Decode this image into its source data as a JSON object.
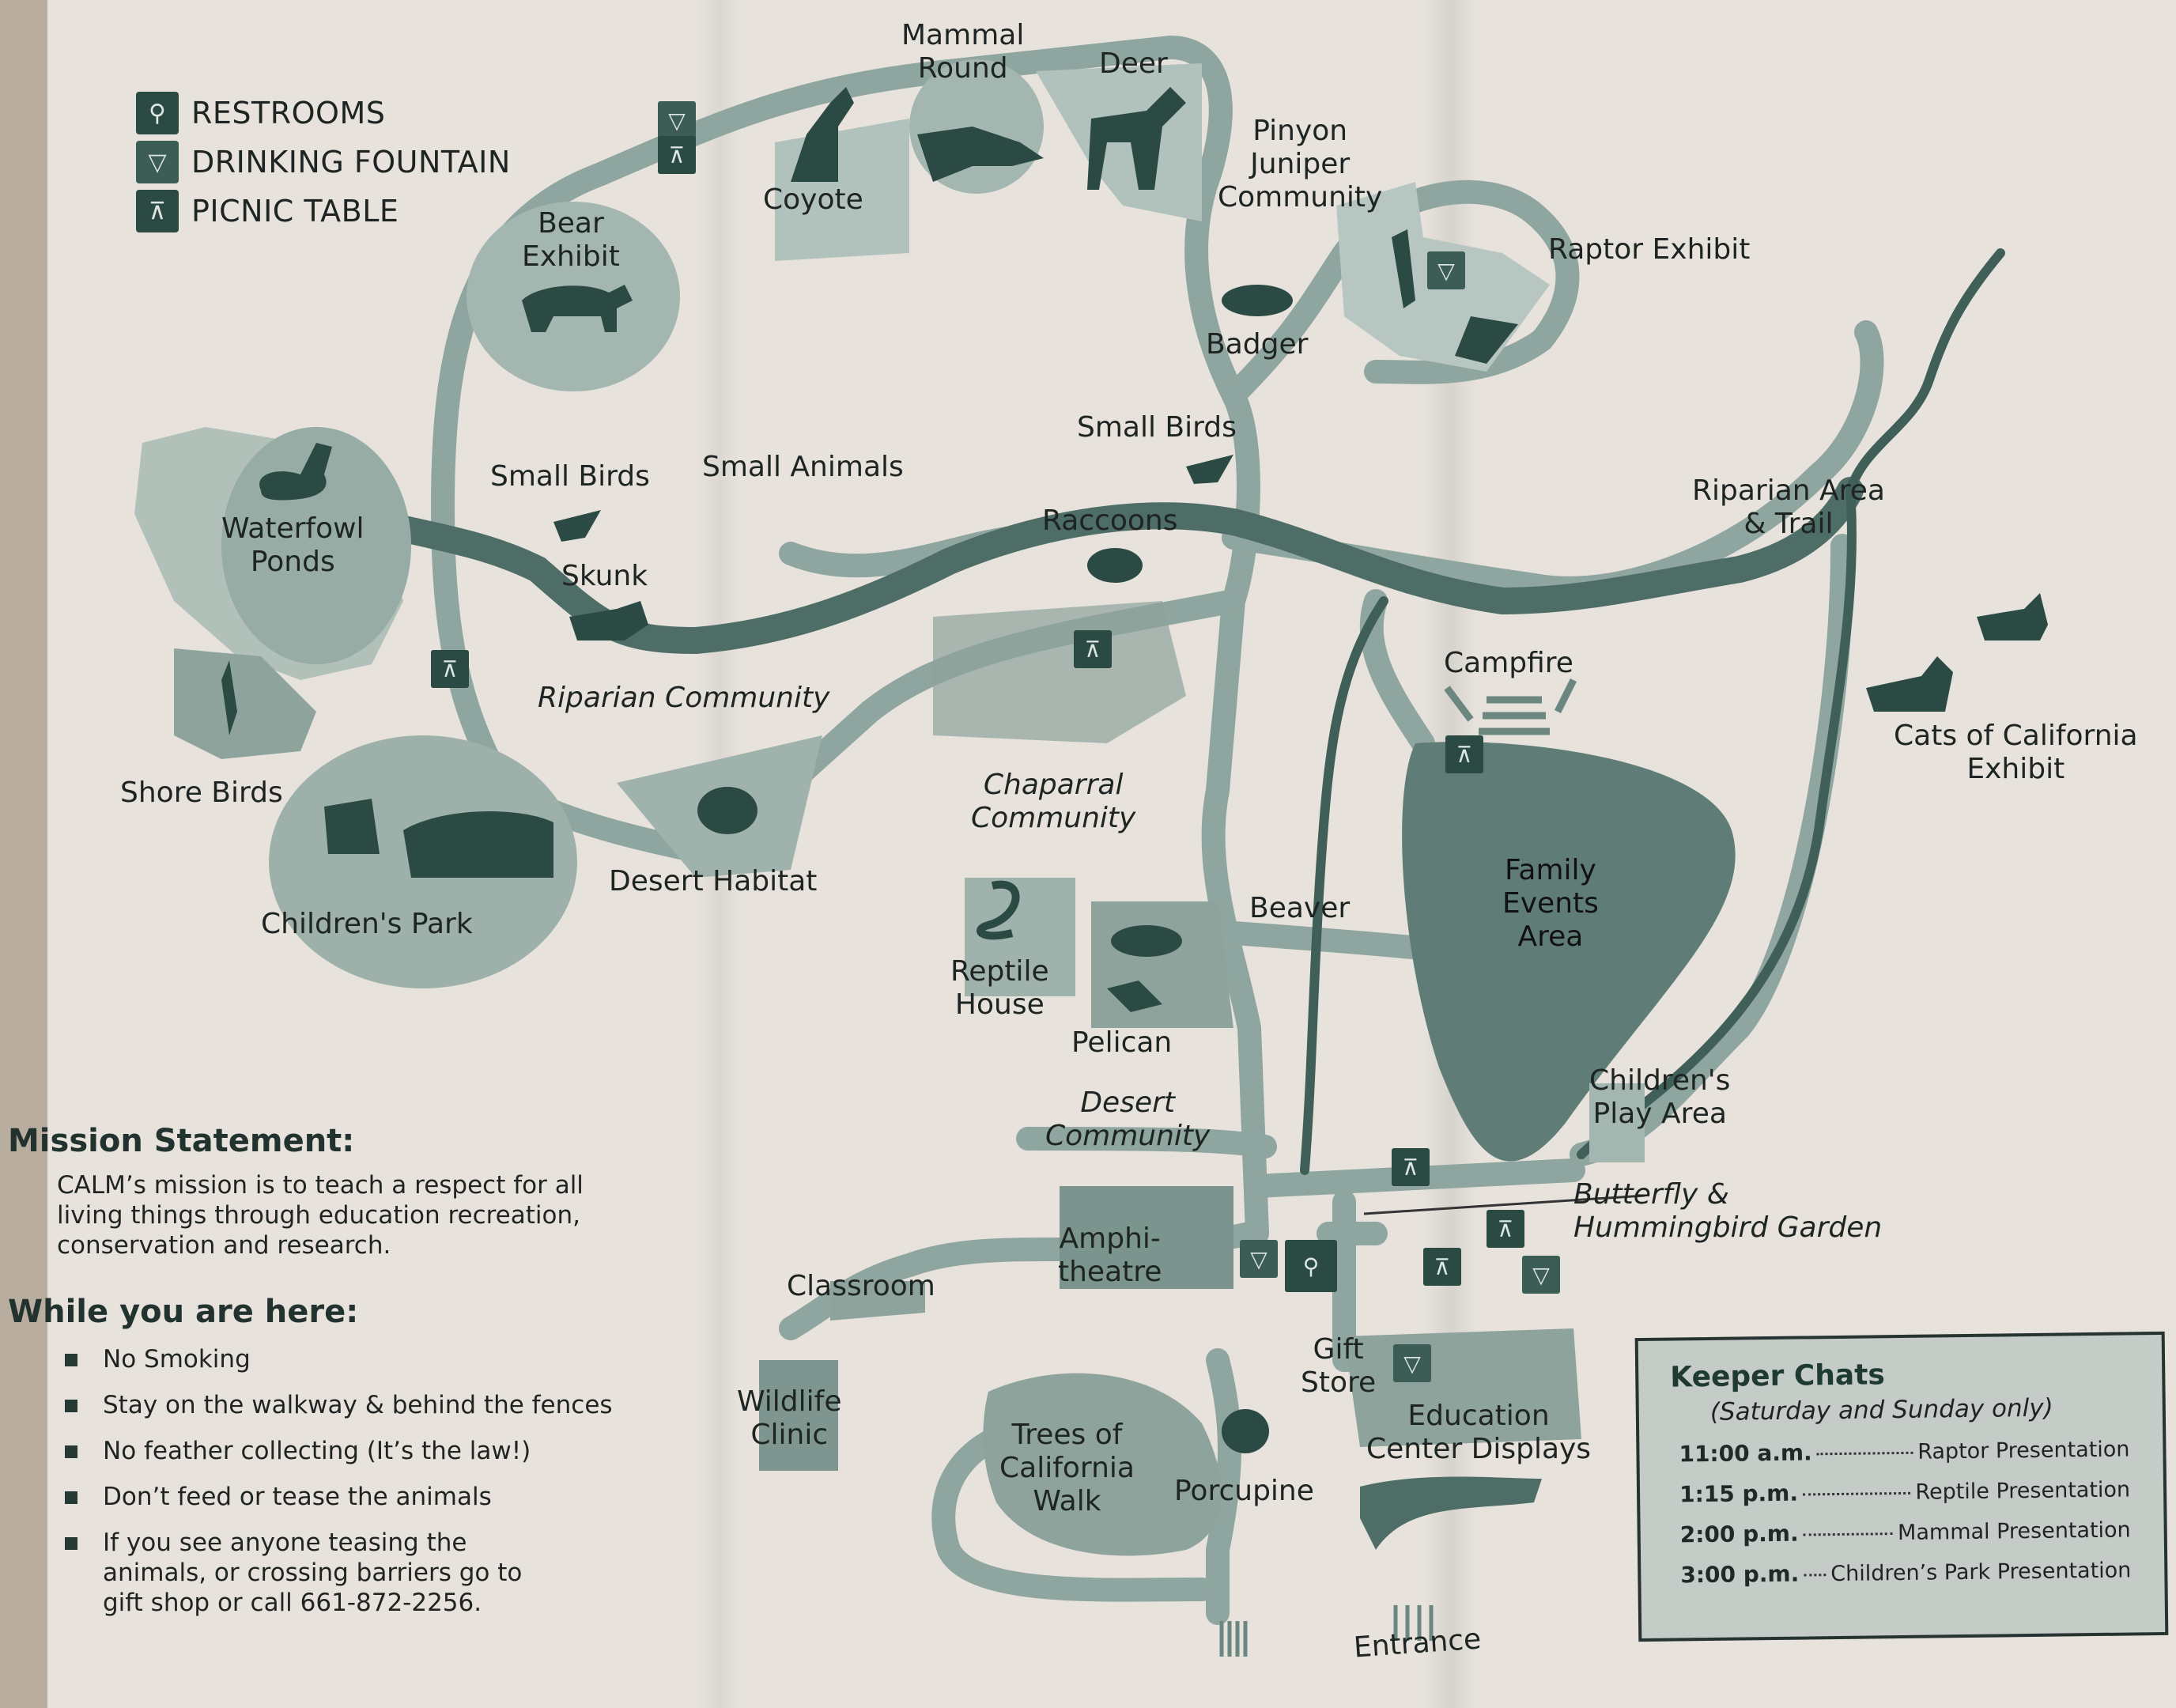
{
  "legend": {
    "items": [
      {
        "icon": "restroom-icon",
        "glyph": "🚻",
        "label": "RESTROOMS"
      },
      {
        "icon": "drinking-fountain-icon",
        "glyph": "▽",
        "label": "DRINKING FOUNTAIN"
      },
      {
        "icon": "picnic-table-icon",
        "glyph": "⊼",
        "label": "PICNIC TABLE"
      }
    ]
  },
  "map": {
    "colors": {
      "paper": "#e7e3dc",
      "path": "#8fa59f",
      "dark": "#2b4a43",
      "water": "#4d6d66",
      "zone": "#a4b6b0"
    },
    "labels": {
      "mammal_round": "Mammal\nRound",
      "deer": "Deer",
      "coyote": "Coyote",
      "pinyon_juniper": "Pinyon\nJuniper\nCommunity",
      "raptor_exhibit": "Raptor Exhibit",
      "badger": "Badger",
      "bear_exhibit": "Bear\nExhibit",
      "small_birds_west": "Small Birds",
      "small_animals": "Small Animals",
      "small_birds_east": "Small Birds",
      "raccoons": "Raccoons",
      "waterfowl_ponds": "Waterfowl\nPonds",
      "skunk": "Skunk",
      "riparian_community": "Riparian Community",
      "riparian_area_trail": "Riparian Area\n& Trail",
      "campfire": "Campfire",
      "cats_of_california": "Cats of California\nExhibit",
      "shore_birds": "Shore Birds",
      "childrens_park": "Children's Park",
      "desert_habitat": "Desert Habitat",
      "chaparral_community": "Chaparral\nCommunity",
      "beaver": "Beaver",
      "family_events_area": "Family\nEvents\nArea",
      "reptile_house": "Reptile\nHouse",
      "pelican": "Pelican",
      "desert_community": "Desert\nCommunity",
      "childrens_play_area": "Children's\nPlay Area",
      "butterfly_garden": "Butterfly &\nHummingbird Garden",
      "amphitheatre": "Amphi-\ntheatre",
      "classroom": "Classroom",
      "gift_store": "Gift\nStore",
      "education_center": "Education\nCenter Displays",
      "wildlife_clinic": "Wildlife\nClinic",
      "trees_of_california": "Trees of\nCalifornia\nWalk",
      "porcupine": "Porcupine",
      "entrance": "Entrance"
    }
  },
  "mission": {
    "heading": "Mission Statement:",
    "text": "CALM’s mission is to teach a respect for all living things through education recreation, conservation and research."
  },
  "rules": {
    "heading": "While you are here:",
    "items": [
      "No Smoking",
      "Stay on the walkway & behind the fences",
      "No feather collecting (It’s the law!)",
      "Don’t feed or tease the animals",
      "If you see anyone teasing the animals, or crossing barriers go to gift shop or call 661-872-2256."
    ]
  },
  "keeper_chats": {
    "title": "Keeper Chats",
    "subtitle": "(Saturday and Sunday only)",
    "schedule": [
      {
        "time": "11:00 a.m.",
        "event": "Raptor Presentation"
      },
      {
        "time": "1:15 p.m.",
        "event": "Reptile Presentation"
      },
      {
        "time": "2:00 p.m.",
        "event": "Mammal Presentation"
      },
      {
        "time": "3:00 p.m.",
        "event": "Children’s Park Presentation"
      }
    ]
  }
}
